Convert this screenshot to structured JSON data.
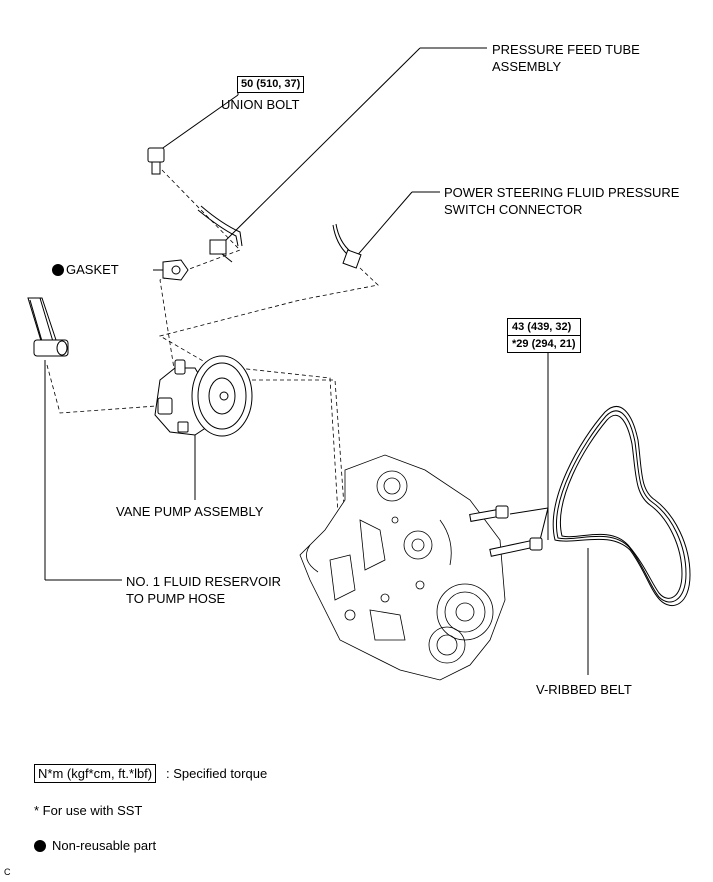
{
  "labels": {
    "pressure_feed_tube_l1": "PRESSURE FEED TUBE",
    "pressure_feed_tube_l2": "ASSEMBLY",
    "union_bolt": "UNION BOLT",
    "union_bolt_torque": "50 (510, 37)",
    "ps_switch_l1": "POWER STEERING FLUID PRESSURE",
    "ps_switch_l2": "SWITCH CONNECTOR",
    "gasket": "GASKET",
    "bolt_torque_1": "43 (439, 32)",
    "bolt_torque_2": "*29 (294, 21)",
    "vane_pump": "VANE PUMP ASSEMBLY",
    "reservoir_hose_l1": "NO. 1 FLUID RESERVOIR",
    "reservoir_hose_l2": "TO PUMP HOSE",
    "v_ribbed_belt": "V-RIBBED BELT"
  },
  "legend": {
    "torque_unit": "N*m (kgf*cm, ft.*lbf)",
    "torque_desc": ": Specified torque",
    "sst_note": "* For use with SST",
    "non_reusable": "Non-reusable part"
  },
  "corner_code": "C"
}
